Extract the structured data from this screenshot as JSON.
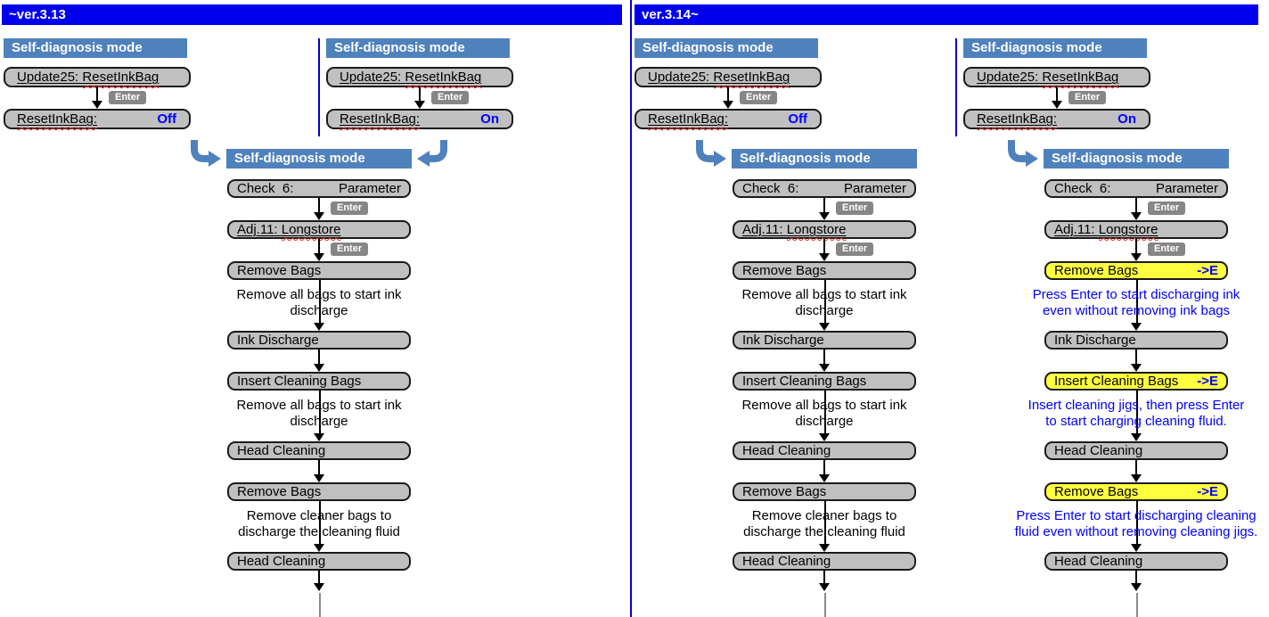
{
  "colors": {
    "title_bar": "#0000ee",
    "divider": "#0000cc",
    "header_fill": "#4f81bd",
    "box_fill": "#c0c0c0",
    "box_highlight_fill": "#ffff40",
    "enter_fill": "#868686",
    "accent_blue": "#0000ff",
    "arrow_fill": "#4f81bd"
  },
  "panels": [
    {
      "title": "~ver.3.13",
      "selectors": [
        {
          "header": "Self-diagnosis mode",
          "menu_prefix": "Update25: ",
          "menu_word": "ResetInkBag",
          "enter": "Enter",
          "result_label": "ResetInkBag:",
          "result_value": "Off"
        },
        {
          "header": "Self-diagnosis mode",
          "menu_prefix": "Update25: ",
          "menu_word": "ResetInkBag",
          "enter": "Enter",
          "result_label": "ResetInkBag:",
          "result_value": "On"
        }
      ],
      "flows": [
        {
          "header": "Self-diagnosis mode",
          "check_label": "Check  6:",
          "check_value": "Parameter",
          "enter": "Enter",
          "adj_prefix": "Adj.11: ",
          "adj_word": "Longstore",
          "steps": [
            {
              "label": "Remove Bags",
              "note_lines": [
                "Remove all bags to start ink",
                "discharge"
              ]
            },
            {
              "label": "Ink Discharge"
            },
            {
              "label": "Insert Cleaning Bags",
              "note_lines": [
                "Remove all bags to start ink",
                "discharge"
              ]
            },
            {
              "label": "Head Cleaning"
            },
            {
              "label": "Remove Bags",
              "note_lines": [
                "Remove cleaner bags to",
                "discharge the cleaning fluid"
              ]
            },
            {
              "label": "Head Cleaning"
            }
          ]
        }
      ]
    },
    {
      "title": "ver.3.14~",
      "selectors": [
        {
          "header": "Self-diagnosis mode",
          "menu_prefix": "Update25: ",
          "menu_word": "ResetInkBag",
          "enter": "Enter",
          "result_label": "ResetInkBag:",
          "result_value": "Off"
        },
        {
          "header": "Self-diagnosis mode",
          "menu_prefix": "Update25: ",
          "menu_word": "ResetInkBag",
          "enter": "Enter",
          "result_label": "ResetInkBag:",
          "result_value": "On"
        }
      ],
      "flows": [
        {
          "header": "Self-diagnosis mode",
          "check_label": "Check  6:",
          "check_value": "Parameter",
          "enter": "Enter",
          "adj_prefix": "Adj.11: ",
          "adj_word": "Longstore",
          "steps": [
            {
              "label": "Remove Bags",
              "note_lines": [
                "Remove all bags to start ink",
                "discharge"
              ]
            },
            {
              "label": "Ink Discharge"
            },
            {
              "label": "Insert Cleaning Bags",
              "note_lines": [
                "Remove all bags to start ink",
                "discharge"
              ]
            },
            {
              "label": "Head Cleaning"
            },
            {
              "label": "Remove Bags",
              "note_lines": [
                "Remove cleaner bags to",
                "discharge the cleaning fluid"
              ]
            },
            {
              "label": "Head Cleaning"
            }
          ]
        },
        {
          "header": "Self-diagnosis mode",
          "check_label": "Check  6:",
          "check_value": "Parameter",
          "enter": "Enter",
          "adj_prefix": "Adj.11: ",
          "adj_word": "Longstore",
          "steps": [
            {
              "label": "Remove Bags",
              "suffix": "->E",
              "note_lines": [
                "Press Enter to start discharging ink",
                "even without removing ink bags"
              ]
            },
            {
              "label": "Ink Discharge"
            },
            {
              "label": "Insert Cleaning Bags",
              "suffix": "->E",
              "note_lines": [
                "Insert cleaning jigs, then press Enter",
                "to start charging cleaning fluid."
              ]
            },
            {
              "label": "Head Cleaning"
            },
            {
              "label": "Remove Bags",
              "suffix": "->E",
              "note_lines": [
                "Press Enter to start discharging cleaning",
                "fluid even without removing cleaning jigs."
              ]
            },
            {
              "label": "Head Cleaning"
            }
          ]
        }
      ]
    }
  ]
}
